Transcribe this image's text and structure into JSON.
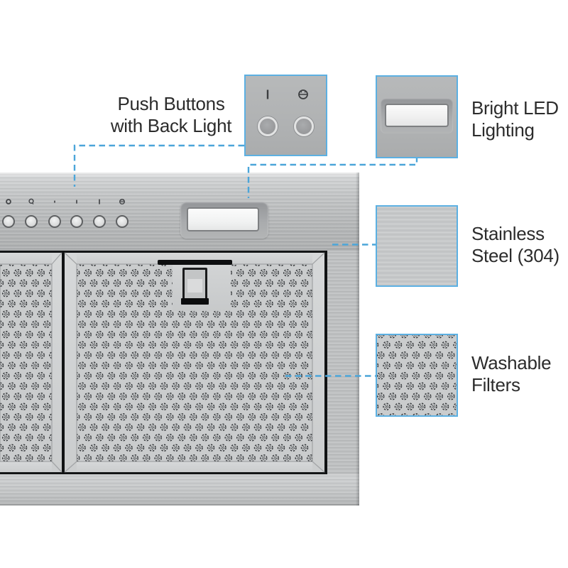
{
  "background": "#ffffff",
  "accent_color": "#4ba5d9",
  "text_color": "#2c2c2c",
  "callouts": {
    "push": {
      "label": [
        "Push Buttons",
        "with Back Light"
      ],
      "detail_icons": [
        "speed-icon",
        "light-icon"
      ]
    },
    "led": {
      "label": [
        "Bright LED",
        "Lighting"
      ]
    },
    "steel": {
      "label": [
        "Stainless",
        "Steel (304)"
      ]
    },
    "filters": {
      "label": [
        "Washable",
        "Filters"
      ]
    }
  },
  "product": {
    "kind": "range-hood-insert-photo",
    "control_icons": [
      "power-icon",
      "timer-icon",
      "speed-1-icon",
      "speed-2-icon",
      "speed-3-icon",
      "light-icon"
    ]
  }
}
